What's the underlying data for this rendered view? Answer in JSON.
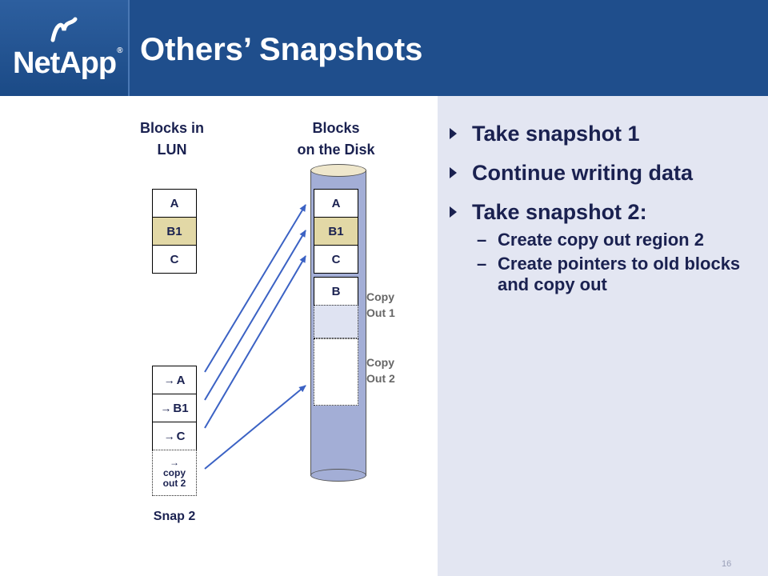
{
  "header": {
    "logo": "NetApp",
    "logo_mark": "®",
    "title": "Others’ Snapshots"
  },
  "diagram": {
    "lun_header": [
      "Blocks in",
      "LUN"
    ],
    "disk_header": [
      "Blocks",
      "on the Disk"
    ],
    "lun_blocks": [
      "A",
      "B1",
      "C"
    ],
    "disk_blocks": [
      "A",
      "B1",
      "C",
      "B"
    ],
    "copy_out_1": [
      "Copy",
      "Out 1"
    ],
    "copy_out_2": [
      "Copy",
      "Out 2"
    ],
    "snapshot_pointers": [
      "A",
      "B1",
      "C"
    ],
    "copy_pointer": [
      "copy",
      "out 2"
    ],
    "snap_label": "Snap 2",
    "pointer_symbol": "→",
    "colors": {
      "highlight": "#e2d8a6",
      "arrow": "#3b62c4",
      "disk": "#a3aed6"
    }
  },
  "bullets": [
    {
      "text": "Take snapshot 1"
    },
    {
      "text": "Continue writing data"
    },
    {
      "text": "Take snapshot 2:"
    }
  ],
  "sub_bullets": [
    {
      "dash": "–",
      "text": "Create copy out region 2"
    },
    {
      "dash": "–",
      "text": "Create pointers to old blocks and copy out"
    }
  ],
  "footer": {
    "page": "16"
  }
}
